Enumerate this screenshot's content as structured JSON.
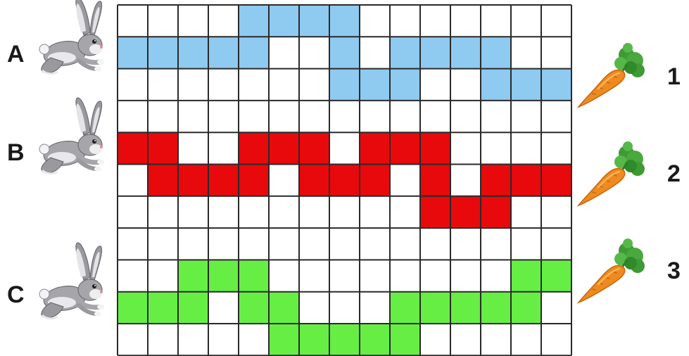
{
  "puzzle": {
    "rows_count": 11,
    "cols_count": 15,
    "colors": {
      "blue": "#8fcaf0",
      "red": "#e8090c",
      "green": "#66ee44",
      "grid_line": "#2a2a2a",
      "cell_bg": "#ffffff"
    },
    "paths": [
      {
        "id": "path-A",
        "color_key": "blue",
        "cells": [
          [
            0,
            4
          ],
          [
            0,
            5
          ],
          [
            0,
            6
          ],
          [
            0,
            7
          ],
          [
            1,
            0
          ],
          [
            1,
            1
          ],
          [
            1,
            2
          ],
          [
            1,
            3
          ],
          [
            1,
            4
          ],
          [
            1,
            7
          ],
          [
            1,
            9
          ],
          [
            1,
            10
          ],
          [
            1,
            11
          ],
          [
            1,
            12
          ],
          [
            2,
            7
          ],
          [
            2,
            8
          ],
          [
            2,
            9
          ],
          [
            2,
            12
          ],
          [
            2,
            13
          ],
          [
            2,
            14
          ]
        ]
      },
      {
        "id": "path-B",
        "color_key": "red",
        "cells": [
          [
            4,
            0
          ],
          [
            4,
            1
          ],
          [
            4,
            4
          ],
          [
            4,
            5
          ],
          [
            4,
            6
          ],
          [
            4,
            8
          ],
          [
            4,
            9
          ],
          [
            4,
            10
          ],
          [
            5,
            1
          ],
          [
            5,
            2
          ],
          [
            5,
            3
          ],
          [
            5,
            4
          ],
          [
            5,
            6
          ],
          [
            5,
            7
          ],
          [
            5,
            8
          ],
          [
            5,
            10
          ],
          [
            5,
            12
          ],
          [
            5,
            13
          ],
          [
            5,
            14
          ],
          [
            6,
            10
          ],
          [
            6,
            11
          ],
          [
            6,
            12
          ]
        ]
      },
      {
        "id": "path-C",
        "color_key": "green",
        "cells": [
          [
            8,
            2
          ],
          [
            8,
            3
          ],
          [
            8,
            4
          ],
          [
            8,
            13
          ],
          [
            8,
            14
          ],
          [
            9,
            0
          ],
          [
            9,
            1
          ],
          [
            9,
            2
          ],
          [
            9,
            4
          ],
          [
            9,
            5
          ],
          [
            9,
            9
          ],
          [
            9,
            10
          ],
          [
            9,
            11
          ],
          [
            9,
            12
          ],
          [
            9,
            13
          ],
          [
            10,
            5
          ],
          [
            10,
            6
          ],
          [
            10,
            7
          ],
          [
            10,
            8
          ],
          [
            10,
            9
          ]
        ]
      }
    ]
  },
  "rabbits": [
    {
      "label": "A",
      "icon": "rabbit-icon"
    },
    {
      "label": "B",
      "icon": "rabbit-icon"
    },
    {
      "label": "C",
      "icon": "rabbit-icon"
    }
  ],
  "carrots": [
    {
      "label": "1",
      "icon": "carrot-icon"
    },
    {
      "label": "2",
      "icon": "carrot-icon"
    },
    {
      "label": "3",
      "icon": "carrot-icon"
    }
  ]
}
